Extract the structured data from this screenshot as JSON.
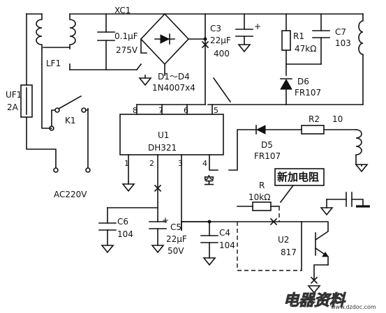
{
  "labels": {
    "xc1_name": "XC1",
    "xc1_val": "0.1μF",
    "xc1_volt": "275V",
    "lf1": "LF1",
    "uf1": "UF1",
    "uf1_val": "2A",
    "k1": "K1",
    "ac": "AC220V",
    "bridge": "D1～D4",
    "bridge_part": "1N4007x4",
    "c3": "C3",
    "c3_val": "22μF",
    "c3_volt": "400",
    "r1": "R1",
    "r1_val": "47kΩ",
    "c7": "C7",
    "c7_val": "103",
    "d6": "D6",
    "d6_part": "FR107",
    "u1": "U1",
    "u1_part": "DH321",
    "pin8": "8",
    "pin7": "7",
    "pin6": "6",
    "pin5": "5",
    "pin1": "1",
    "pin2": "2",
    "pin3": "3",
    "pin4": "4",
    "kong": "空",
    "r2": "R2",
    "r2_val": "10",
    "d5": "D5",
    "d5_part": "FR107",
    "r": "R",
    "r_val": "10kΩ",
    "new_res": "新加电阻",
    "c6": "C6",
    "c6_val": "104",
    "c5": "C5",
    "c5_val": "22μF",
    "c5_volt": "50V",
    "c4": "C4",
    "c4_val": "104",
    "u2": "U2",
    "u2_part": "817",
    "plus_c3": "+",
    "plus_c5": "+"
  },
  "watermark": {
    "text": "电器资料",
    "url": "www.dzdoc.com"
  }
}
